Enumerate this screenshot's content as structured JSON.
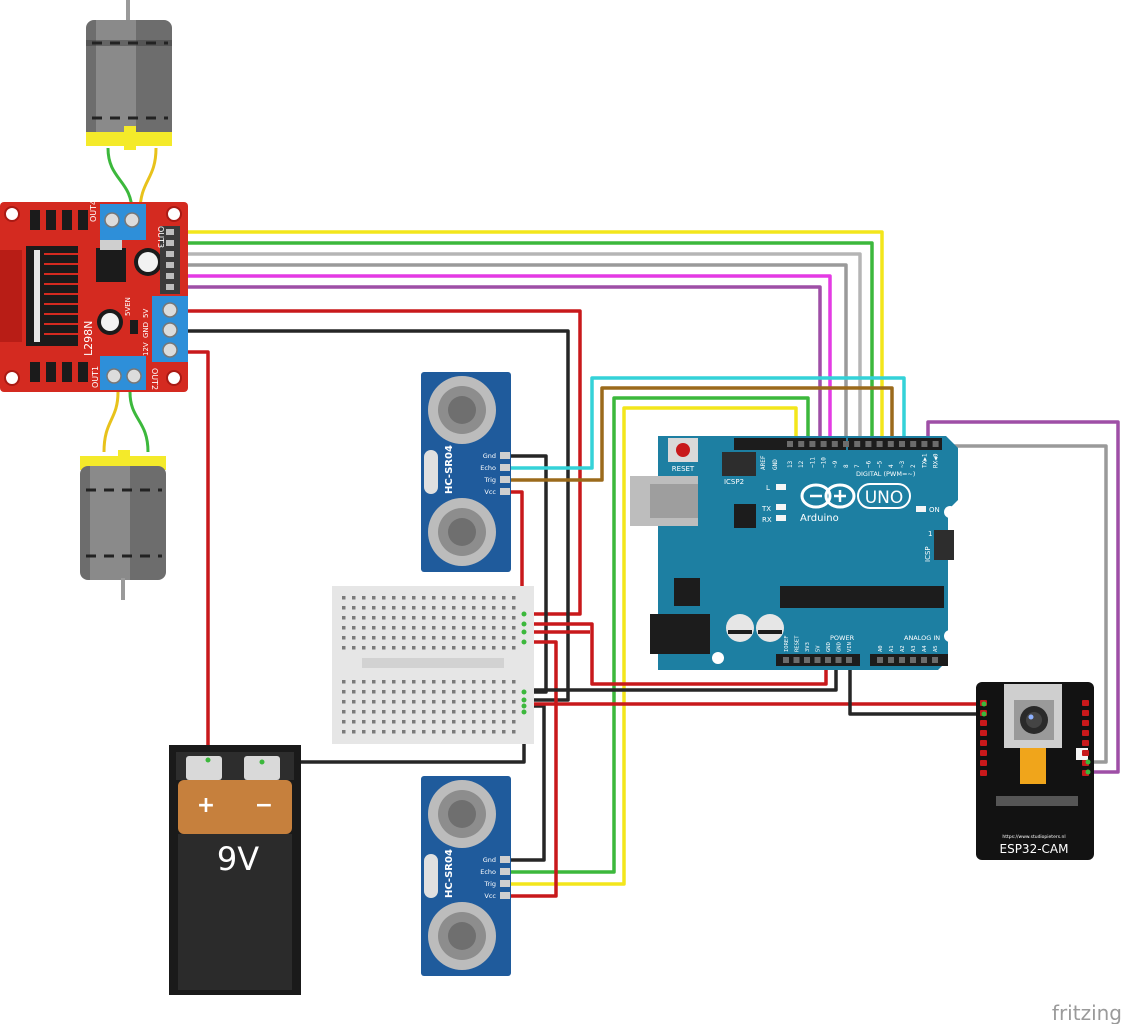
{
  "watermark": "fritzing",
  "l298n": {
    "chip_label": "L298N",
    "out1": "OUT1",
    "out2": "OUT2",
    "out3": "OUT3",
    "out4": "OUT4",
    "en5v": "5VEN",
    "v12": "12V",
    "gnd": "GND",
    "v5": "5V"
  },
  "arduino": {
    "brand": "Arduino",
    "model": "UNO",
    "reset": "RESET",
    "icsp2": "ICSP2",
    "icsp": "ICSP",
    "icsp_pin": "1",
    "led_l": "L",
    "led_tx": "TX",
    "led_rx": "RX",
    "on": "ON",
    "digital": "DIGITAL (PWM=~)",
    "power": "POWER",
    "analog": "ANALOG IN",
    "aref": "AREF",
    "gnd": "GND",
    "digital_pins": [
      "13",
      "12",
      "~11",
      "~10",
      "~9",
      "8",
      "7",
      "~6",
      "~5",
      "4",
      "~3",
      "2",
      "TX▶1",
      "RX◀0"
    ],
    "power_pins": [
      "IOREF",
      "RESET",
      "3V3",
      "5V",
      "GND",
      "GND",
      "VIN"
    ],
    "analog_pins": [
      "A0",
      "A1",
      "A2",
      "A3",
      "A4",
      "A5"
    ]
  },
  "sensors": {
    "model": "HC-SR04",
    "pins": [
      "Gnd",
      "Echo",
      "Trig",
      "Vcc"
    ]
  },
  "battery": {
    "voltage": "9V",
    "plus": "+",
    "minus": "−"
  },
  "esp32": {
    "label": "ESP32-CAM",
    "url": "https://www.studiopieters.nl"
  },
  "colors": {
    "wire_red": "#c8191b",
    "wire_black": "#262626",
    "wire_yellow": "#f3e61b",
    "wire_green": "#3cb83c",
    "wire_gray": "#9a9a9a",
    "wire_magenta": "#e43ae4",
    "wire_purple": "#9e4fa6",
    "wire_cyan": "#34d2d8",
    "wire_brown": "#9b6a1b",
    "board_red": "#d42a20",
    "arduino_teal": "#1d7fa2",
    "sensor_blue": "#1f5b9c",
    "terminal_blue": "#2e8fd9"
  }
}
